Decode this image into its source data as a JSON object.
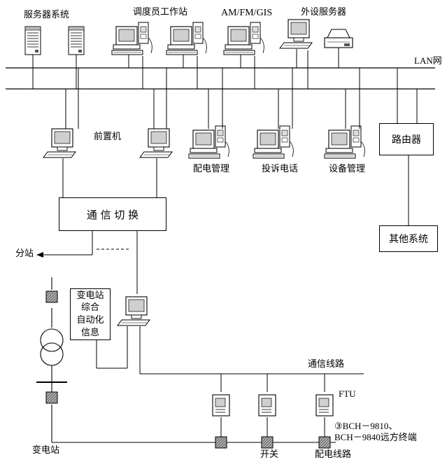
{
  "labels": {
    "server_system": "服务器系统",
    "dispatcher_ws": "调度员工作站",
    "am_fm_gis": "AM/FM/GIS",
    "peripheral_server": "外设服务器",
    "lan": "LAN网",
    "front_end": "前置机",
    "distribution_mgmt": "配电管理",
    "complaint_phone": "投诉电话",
    "equipment_mgmt": "设备管理",
    "router": "路由器",
    "comm_switch": "通 信 切 换",
    "other_systems": "其他系统",
    "substation_branch": "分站",
    "substation_automation": [
      "变电站",
      "综合",
      "自动化",
      "信息"
    ],
    "comm_line": "通信线路",
    "ftu": "FTU",
    "bch_line1": "③BCH－9810、",
    "bch_line2": "BCH－9840远方终端",
    "substation": "变电站",
    "switch": "开关",
    "distribution_line": "配电线路"
  }
}
